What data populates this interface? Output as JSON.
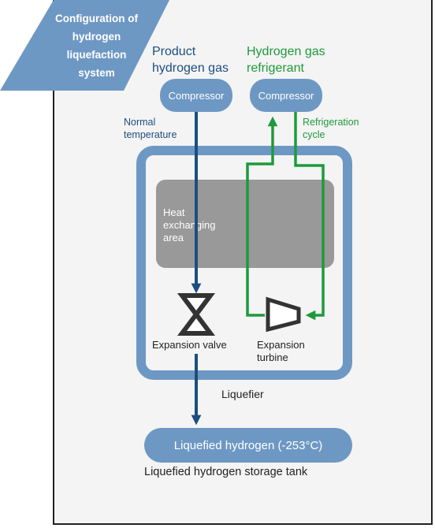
{
  "banner": {
    "text": "Configuration  of\nhydrogen\nliquefaction\nsystem"
  },
  "product": {
    "title": "Product\nhydrogen gas",
    "compressor": "Compressor",
    "normal_temp": "Normal\ntemperature"
  },
  "refrigerant": {
    "title": "Hydrogen gas\nrefrigerant",
    "compressor": "Compressor",
    "cycle": "Refrigeration\ncycle"
  },
  "heat_area": "Heat\nexchanging\narea",
  "expansion_valve": "Expansion valve",
  "expansion_turbine": "Expansion\nturbine",
  "liquefier": "Liquefier",
  "liquefied_hydrogen": "Liquefied hydrogen (-253°C)",
  "storage_tank": "Liquefied hydrogen storage tank",
  "colors": {
    "blue_line": "#1c4e80",
    "green_line": "#1e9a3c",
    "box": "#6e98c4",
    "heat": "#999999"
  }
}
